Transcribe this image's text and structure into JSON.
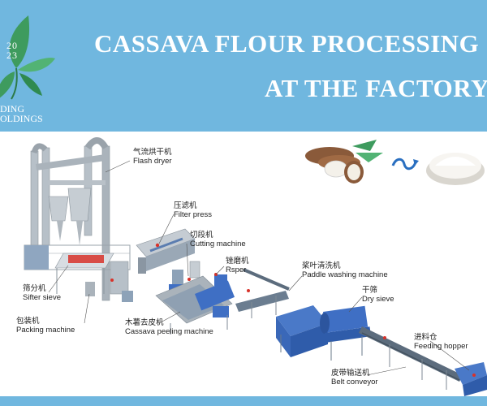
{
  "banner": {
    "title_line1": "CASSAVA FLOUR PROCESSING",
    "title_line2": "AT THE FACTORY",
    "logo_year": "20\n23",
    "logo_name": "DING\nOLDINGS",
    "background": "#70b7df"
  },
  "machines": [
    {
      "id": "flash-dryer",
      "cn": "气流烘干机",
      "en": "Flash dryer"
    },
    {
      "id": "filter-press",
      "cn": "压滤机",
      "en": "Filter press"
    },
    {
      "id": "cutting-machine",
      "cn": "切段机",
      "en": "Cutting machine"
    },
    {
      "id": "rsper",
      "cn": "锉磨机",
      "en": "Rsper"
    },
    {
      "id": "paddle-washing-machine",
      "cn": "桨叶清洗机",
      "en": "Paddle washing machine"
    },
    {
      "id": "dry-sieve",
      "cn": "干筛",
      "en": "Dry sieve"
    },
    {
      "id": "feeding-hopper",
      "cn": "进料仓",
      "en": "Feeding hopper"
    },
    {
      "id": "belt-conveyor",
      "cn": "皮带输送机",
      "en": "Belt conveyor"
    },
    {
      "id": "cassava-peeling-machine",
      "cn": "木薯去皮机",
      "en": "Cassava peeling machine"
    },
    {
      "id": "packing-machine",
      "cn": "包装机",
      "en": "Packing machine"
    },
    {
      "id": "sifter-sieve",
      "cn": "筛分机",
      "en": "Sifter sieve"
    }
  ],
  "colors": {
    "machine_blue": "#3f6fc4",
    "structure_gray": "#a9b2ba",
    "accent_red": "#d8322a",
    "leaf_green": "#3e9b5e"
  },
  "icons": [
    "cassava-roots-image",
    "flow-arrow-icon",
    "flour-bowl-image"
  ]
}
